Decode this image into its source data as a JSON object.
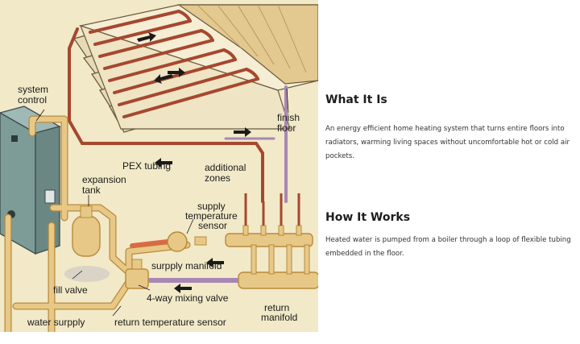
{
  "diagram": {
    "labels": {
      "system_control": [
        "system",
        "control"
      ],
      "finish_floor": [
        "finish",
        "floor"
      ],
      "pex_tubing": "PEX tubing",
      "additional_zones": [
        "additional",
        "zones"
      ],
      "expansion_tank": [
        "expansion",
        "tank"
      ],
      "supply_sensor": [
        "supply",
        "temperature",
        "sensor"
      ],
      "supply_manifold": "surpply manifold",
      "fill_valve": "fill valve",
      "mixing_valve": "4-way mixing valve",
      "return_manifold": [
        "return",
        "manifold"
      ],
      "water_supply": "water surpply",
      "return_sensor": "return temperature sensor"
    },
    "colors": {
      "background": "#f1e9c8",
      "pipe": "#e8c887",
      "pipe_outline": "#b88a3c",
      "supply_line": "#d96a45",
      "return_line": "#a987b5",
      "tubing": "#a6472f",
      "boiler": "#8aa7a3"
    }
  },
  "info": {
    "what_it_is": {
      "heading": "What It Is",
      "body": "An energy efficient home heating system that turns entire floors into radiators, warming living spaces without uncomfortable hot or cold air pockets."
    },
    "how_it_works": {
      "heading": "How It Works",
      "body": "Heated water is pumped from a boiler through a loop of flexible tubing embedded in the floor."
    }
  }
}
